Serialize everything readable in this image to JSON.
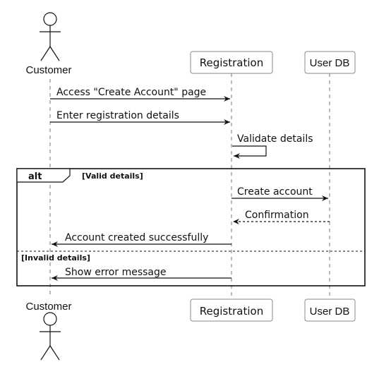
{
  "participants": {
    "customer": "Customer",
    "registration": "Registration",
    "user_db": "User DB"
  },
  "messages": [
    {
      "text": "Access \"Create Account\" page",
      "style": "solid"
    },
    {
      "text": "Enter registration details",
      "style": "solid"
    },
    {
      "text": "Validate details",
      "style": "solid"
    },
    {
      "text": "Create account",
      "style": "solid"
    },
    {
      "text": "Confirmation",
      "style": "dashed"
    },
    {
      "text": "Account created successfully",
      "style": "solid"
    },
    {
      "text": "Show error message",
      "style": "solid"
    }
  ],
  "alt_fragment": {
    "keyword": "alt",
    "guard_valid": "[Valid details]",
    "guard_invalid": "[Invalid details]"
  },
  "colors": {
    "line": "#111111",
    "lifeline": "#777777",
    "box_border": "#888888",
    "background": "#ffffff"
  }
}
